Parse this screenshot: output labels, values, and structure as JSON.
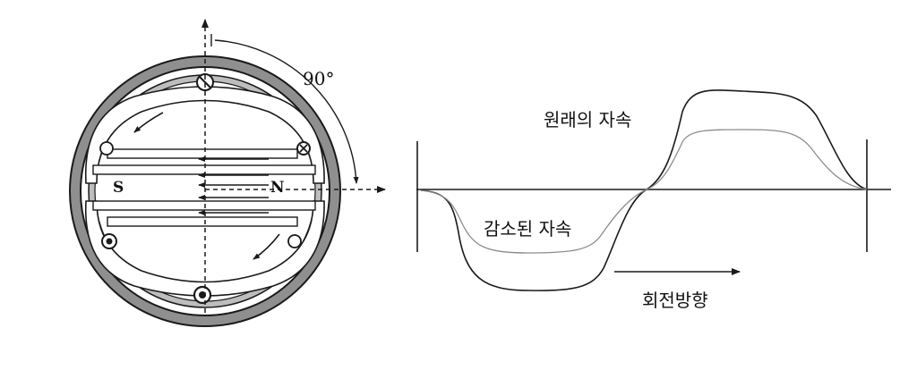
{
  "left_diagram": {
    "angle_label": "90°",
    "pole_south": "S",
    "pole_north": "N"
  },
  "right_diagram": {
    "original_flux_label": "원래의 자속",
    "reduced_flux_label": "감소된 자속",
    "rotation_direction_label": "회전방향"
  },
  "colors": {
    "stroke": "#1a1a1a",
    "reduced_curve": "#8c8c8c",
    "rotor_ring": "#9a9a9a"
  }
}
